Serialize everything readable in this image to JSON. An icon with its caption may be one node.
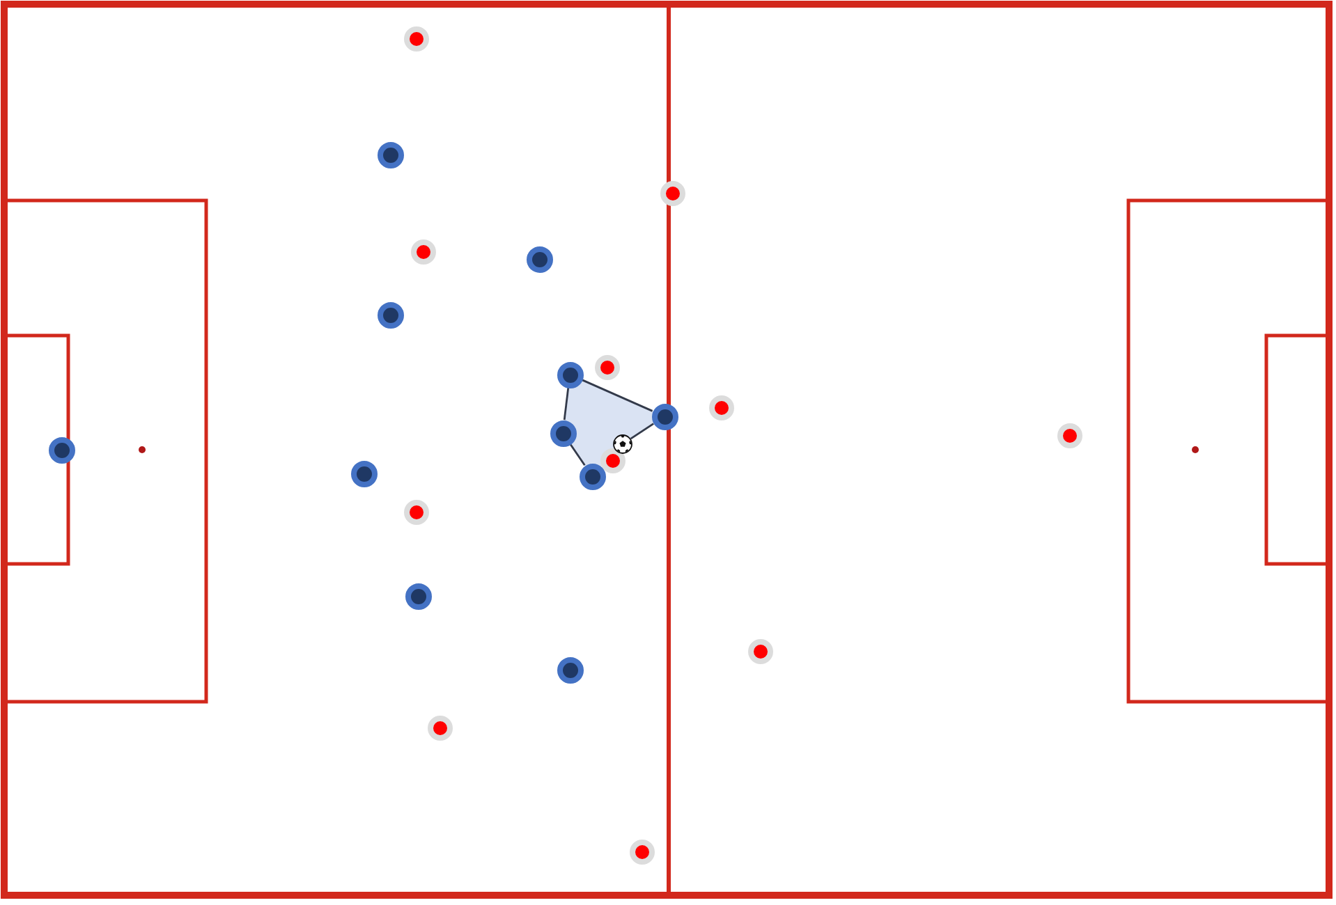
{
  "diagram": {
    "nodes": [
      {
        "text": [],
        "shape": "circle"
      },
      {
        "text": [],
        "shape": "circle"
      },
      {
        "text": [],
        "shape": "circle"
      },
      {
        "text": [],
        "shape": "circle"
      },
      {
        "text": [],
        "shape": "circle"
      },
      {
        "text": [],
        "shape": "circle"
      },
      {
        "text": [],
        "shape": "circle"
      },
      {
        "text": [],
        "shape": "circle"
      },
      {
        "text": [],
        "shape": "circle"
      },
      {
        "text": [],
        "shape": "circle"
      },
      {
        "text": [],
        "shape": "circle"
      },
      {
        "text": [],
        "shape": "circle"
      },
      {
        "text": [],
        "shape": "ball"
      },
      {
        "text": [],
        "shape": "circle"
      },
      {
        "text": [],
        "shape": "circle"
      },
      {
        "text": [],
        "shape": "circle"
      },
      {
        "text": [],
        "shape": "circle"
      },
      {
        "text": [],
        "shape": "circle"
      },
      {
        "text": [],
        "shape": "circle"
      },
      {
        "text": [],
        "shape": "circle"
      },
      {
        "text": [],
        "shape": "circle"
      },
      {
        "text": [],
        "shape": "circle"
      },
      {
        "text": [],
        "shape": "circle"
      }
    ],
    "edges": [
      {
        "from": 7,
        "to": 9,
        "arrow": "none"
      },
      {
        "from": 9,
        "to": 12,
        "arrow": "none"
      },
      {
        "from": 16,
        "to": 10,
        "arrow": "none"
      },
      {
        "from": 10,
        "to": 7,
        "arrow": "none"
      }
    ]
  }
}
